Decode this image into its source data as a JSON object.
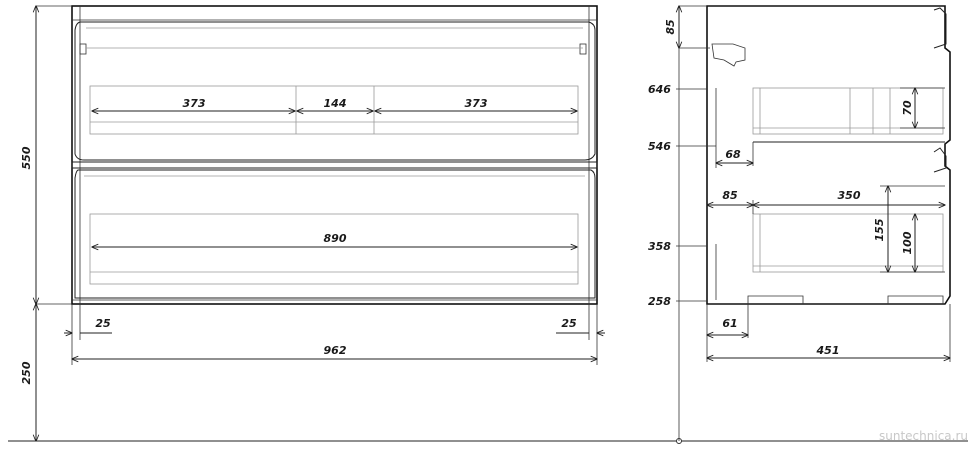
{
  "front_view": {
    "height_total": "550",
    "legs_height": "250",
    "top_drawer_left": "373",
    "top_drawer_mid": "144",
    "top_drawer_right": "373",
    "bottom_drawer": "890",
    "side_left": "25",
    "side_right": "25",
    "width_total": "962"
  },
  "side_view": {
    "top_offset": "85",
    "level_646": "646",
    "level_546": "546",
    "level_358": "358",
    "level_258": "258",
    "upper_inset": "68",
    "upper_drawer_h": "70",
    "lower_inset": "85",
    "lower_depth": "350",
    "lower_front_h": "155",
    "lower_drawer_h": "100",
    "base_inset": "61",
    "depth_total": "451"
  },
  "watermark": "suntechnica.ru"
}
